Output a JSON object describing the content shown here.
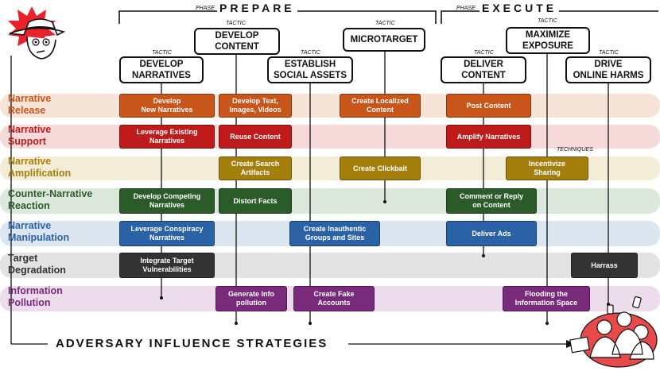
{
  "phases": {
    "phase_word": "PHASE",
    "prepare": "PREPARE",
    "execute": "EXECUTE"
  },
  "small_labels": {
    "tactic": "TACTIC",
    "techniques": "TECHNIQUES"
  },
  "tactics": {
    "develop_content": [
      "DEVELOP",
      "CONTENT"
    ],
    "microtarget": "MICROTARGET",
    "maximize_exposure": [
      "MAXIMIZE",
      "EXPOSURE"
    ],
    "develop_narratives": [
      "DEVELOP",
      "NARRATIVES"
    ],
    "establish_social_assets": [
      "ESTABLISH",
      "SOCIAL ASSETS"
    ],
    "deliver_content": [
      "DELIVER",
      "CONTENT"
    ],
    "drive_online_harms": [
      "DRIVE",
      "ONLINE HARMS"
    ]
  },
  "bands": [
    {
      "key": "release",
      "label": [
        "Narrative",
        "Release"
      ],
      "color": "#c8551a",
      "bg": "#f7e4d8"
    },
    {
      "key": "support",
      "label": [
        "Narrative",
        "Support"
      ],
      "color": "#c01b1b",
      "bg": "#f6dada"
    },
    {
      "key": "amplification",
      "label": [
        "Narrative",
        "Amplification"
      ],
      "color": "#a57f0c",
      "bg": "#f3ecd7"
    },
    {
      "key": "counter",
      "label": [
        "Counter-Narrative",
        "Reaction"
      ],
      "color": "#2c5b2a",
      "bg": "#dde8dc"
    },
    {
      "key": "manipulation",
      "label": [
        "Narrative",
        "Manipulation"
      ],
      "color": "#2a62a5",
      "bg": "#dbe6f1"
    },
    {
      "key": "degradation",
      "label": [
        "Target",
        "Degradation"
      ],
      "color": "#333333",
      "bg": "#e3e3e3"
    },
    {
      "key": "pollution",
      "label": [
        "Information",
        "Pollution"
      ],
      "color": "#7a2a7a",
      "bg": "#ecdcec"
    }
  ],
  "techniques": {
    "develop_new_narratives": [
      "Develop",
      "New Narratives"
    ],
    "develop_text": [
      "Develop Text,",
      "Images, Videos"
    ],
    "create_localized": [
      "Create Localized",
      "Content"
    ],
    "post_content": [
      "Post Content"
    ],
    "leverage_existing": [
      "Leverage Existing",
      "Narratives"
    ],
    "reuse_content": [
      "Reuse Content"
    ],
    "amplify_narratives": [
      "Amplify Narratives"
    ],
    "create_search_artifacts": [
      "Create Search",
      "Artifacts"
    ],
    "create_clickbait": [
      "Create Clickbait"
    ],
    "incentivize_sharing": [
      "Incentivize",
      "Sharing"
    ],
    "develop_competing": [
      "Develop Competing",
      "Narratives"
    ],
    "distort_facts": [
      "Distort Facts"
    ],
    "comment_reply": [
      "Comment or Reply",
      "on Content"
    ],
    "leverage_conspiracy": [
      "Leverage Conspiracy",
      "Narratives"
    ],
    "create_inauthentic": [
      "Create Inauthentic",
      "Groups and Sites"
    ],
    "deliver_ads": [
      "Deliver Ads"
    ],
    "integrate_target": [
      "Integrate Target",
      "Vulnerabilities"
    ],
    "harrass": [
      "Harrass"
    ],
    "generate_info": [
      "Generate Info",
      "pollution"
    ],
    "create_fake_accounts": [
      "Create Fake",
      "Accounts"
    ],
    "flooding": [
      "Flooding the",
      "Information Space"
    ]
  },
  "footer": "ADVERSARY INFLUENCE STRATEGIES"
}
